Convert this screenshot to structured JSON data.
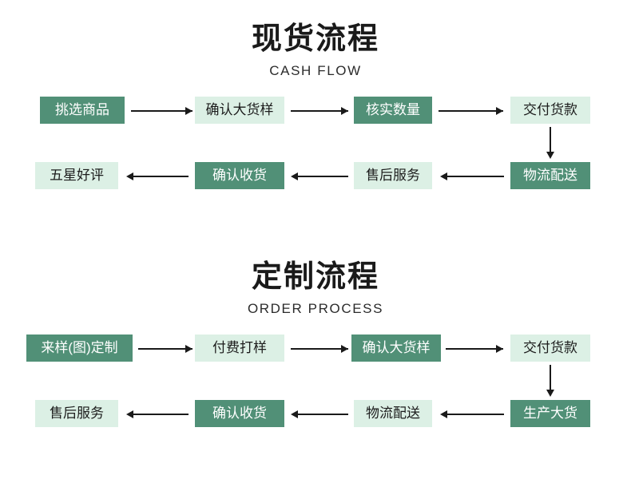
{
  "page": {
    "background": "#ffffff",
    "accent_dark": "#519077",
    "accent_light": "#dcf0e5",
    "text_dark": "#1a1a1a",
    "text_on_dark": "#ffffff",
    "arrow_color": "#1a1a1a"
  },
  "sections": [
    {
      "id": "cash-flow",
      "title_cn": "现货流程",
      "title_en": "CASH FLOW",
      "row1": [
        {
          "label": "挑选商品",
          "style": "dark"
        },
        {
          "label": "确认大货样",
          "style": "light"
        },
        {
          "label": "核实数量",
          "style": "dark"
        },
        {
          "label": "交付货款",
          "style": "light"
        }
      ],
      "row2": [
        {
          "label": "五星好评",
          "style": "light"
        },
        {
          "label": "确认收货",
          "style": "dark"
        },
        {
          "label": "售后服务",
          "style": "light"
        },
        {
          "label": "物流配送",
          "style": "dark"
        }
      ]
    },
    {
      "id": "order-process",
      "title_cn": "定制流程",
      "title_en": "ORDER PROCESS",
      "row1": [
        {
          "label": "来样(图)定制",
          "style": "dark"
        },
        {
          "label": "付费打样",
          "style": "light"
        },
        {
          "label": "确认大货样",
          "style": "dark"
        },
        {
          "label": "交付货款",
          "style": "light"
        }
      ],
      "row2": [
        {
          "label": "售后服务",
          "style": "light"
        },
        {
          "label": "确认收货",
          "style": "dark"
        },
        {
          "label": "物流配送",
          "style": "light"
        },
        {
          "label": "生产大货",
          "style": "dark"
        }
      ]
    }
  ]
}
